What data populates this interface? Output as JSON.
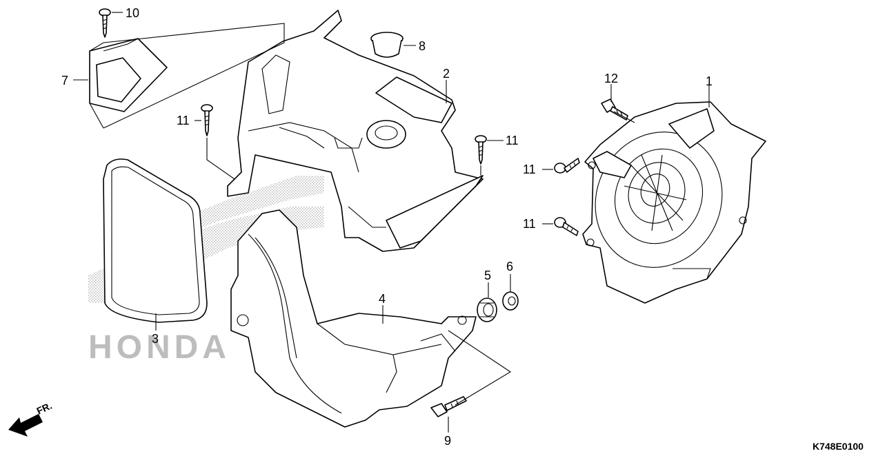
{
  "diagram": {
    "callouts": {
      "c1": "1",
      "c2": "2",
      "c3": "3",
      "c4": "4",
      "c5": "5",
      "c6": "6",
      "c7": "7",
      "c8": "8",
      "c9": "9",
      "c10": "10",
      "c11a": "11",
      "c11b": "11",
      "c11c": "11",
      "c11d": "11",
      "c12": "12"
    },
    "front_arrow_label": "FR.",
    "drawing_code": "K748E0100",
    "watermark_text": "HONDA"
  }
}
